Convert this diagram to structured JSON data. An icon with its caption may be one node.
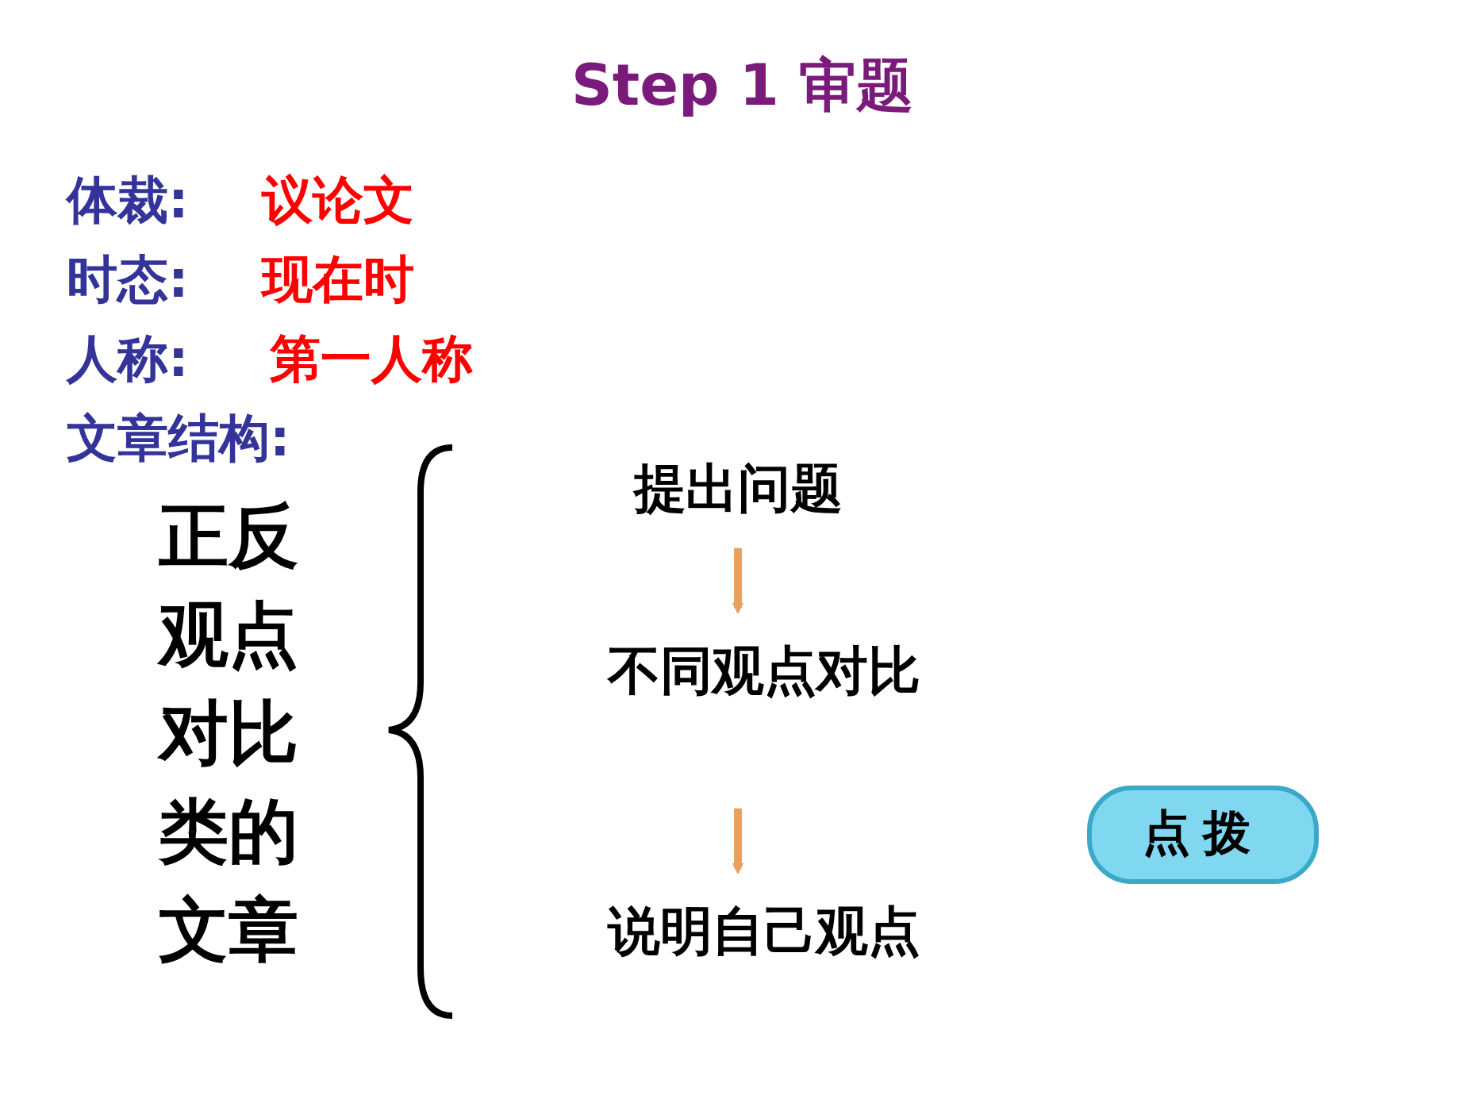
{
  "diagram": {
    "title": "Step 1 审题",
    "nodes": [
      {
        "text": [
          "提出问题"
        ]
      },
      {
        "text": [
          "不同观点对比"
        ]
      },
      {
        "text": [
          "说明自己观点"
        ]
      }
    ],
    "edges": [
      {
        "from": 0,
        "to": 1,
        "arrow": "to"
      },
      {
        "from": 1,
        "to": 2,
        "arrow": "to"
      }
    ],
    "labels": [
      "体裁:",
      "议论文",
      "时态:",
      "现在时",
      "人称:",
      "第一人称",
      "文章结构:",
      "正反观点对比类的文章",
      "点拨"
    ]
  }
}
